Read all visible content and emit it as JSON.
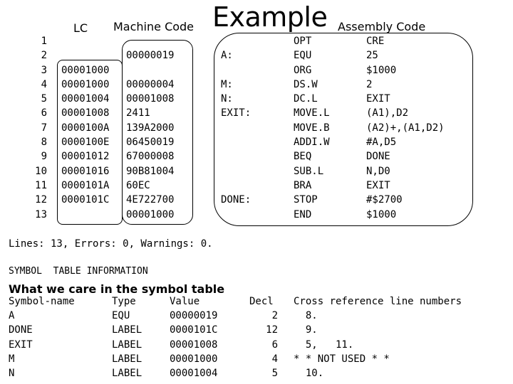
{
  "header": {
    "lc": "LC",
    "machine_code": "Machine Code",
    "title": "Example",
    "assembly_code": "Assembly Code"
  },
  "line_numbers": [
    "1",
    "2",
    "3",
    "4",
    "5",
    "6",
    "7",
    "8",
    "9",
    "10",
    "11",
    "12",
    "13"
  ],
  "lc_values": [
    "",
    "",
    "00001000",
    "00001000",
    "00001004",
    "00001008",
    "0000100A",
    "0000100E",
    "00001012",
    "00001016",
    "0000101A",
    "0000101C",
    ""
  ],
  "machine_codes": [
    "",
    "00000019",
    "",
    "00000004",
    "00001008",
    "2411",
    "139A2000",
    "06450019",
    "67000008",
    "90B81004",
    "60EC",
    "4E722700",
    "00001000"
  ],
  "labels": [
    "",
    "A:",
    "",
    "M:",
    "N:",
    "EXIT:",
    "",
    "",
    "",
    "",
    "",
    "DONE:",
    ""
  ],
  "opcodes": [
    "OPT",
    "EQU",
    "ORG",
    "DS.W",
    "DC.L",
    "MOVE.L",
    "MOVE.B",
    "ADDI.W",
    "BEQ",
    "SUB.L",
    "BRA",
    "STOP",
    "END"
  ],
  "operands": [
    "CRE",
    "25",
    "$1000",
    "2",
    "EXIT",
    "(A1),D2",
    "(A2)+,(A1,D2)",
    "#A,D5",
    "DONE",
    "N,D0",
    "EXIT",
    "#$2700",
    "$1000"
  ],
  "summary": "Lines: 13, Errors: 0, Warnings: 0.",
  "symbol_table_heading": "SYMBOL  TABLE INFORMATION",
  "annotation": "What we care in the symbol table",
  "symbol_table": {
    "headers": {
      "name": "Symbol-name",
      "type": "Type",
      "value": "Value",
      "decl": "Decl",
      "xref": "Cross reference line numbers"
    },
    "rows": [
      {
        "name": "A",
        "type": "EQU",
        "value": "00000019",
        "decl": "2",
        "xref": "  8."
      },
      {
        "name": "DONE",
        "type": "LABEL",
        "value": "0000101C",
        "decl": "12",
        "xref": "  9."
      },
      {
        "name": "EXIT",
        "type": "LABEL",
        "value": "00001008",
        "decl": "6",
        "xref": "  5,   11."
      },
      {
        "name": "M",
        "type": "LABEL",
        "value": "00001000",
        "decl": "4",
        "xref": "* * NOT USED * *"
      },
      {
        "name": "N",
        "type": "LABEL",
        "value": "00001004",
        "decl": "5",
        "xref": "  10."
      }
    ]
  }
}
